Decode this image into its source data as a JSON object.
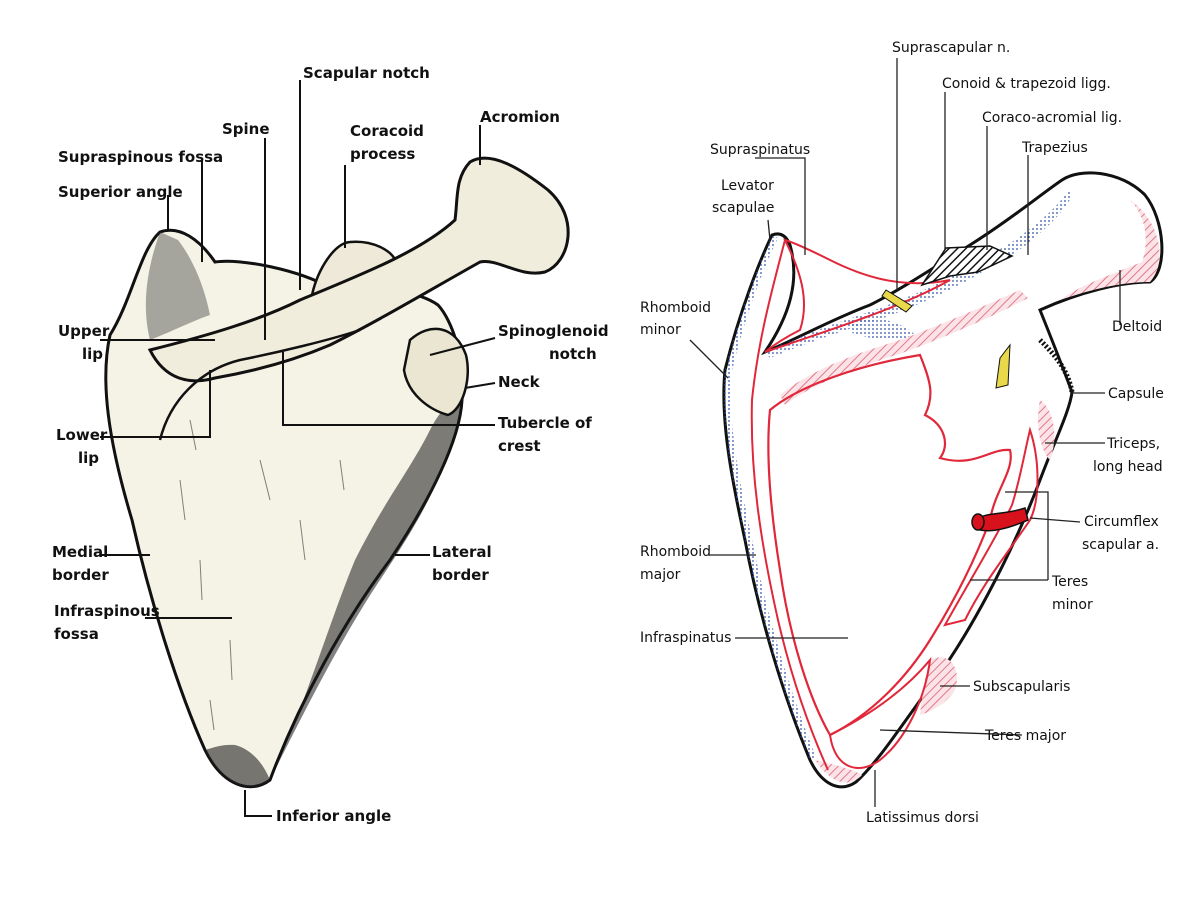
{
  "left_labels": {
    "scapular_notch": "Scapular notch",
    "acromion": "Acromion",
    "spine": "Spine",
    "coracoid_1": "Coracoid",
    "coracoid_2": "process",
    "supraspinous_fossa": "Supraspinous fossa",
    "superior_angle": "Superior angle",
    "upper_lip_1": "Upper",
    "upper_lip_2": "lip",
    "spinoglenoid_1": "Spinoglenoid",
    "spinoglenoid_2": "notch",
    "neck": "Neck",
    "tubercle_1": "Tubercle of",
    "tubercle_2": "crest",
    "lower_lip_1": "Lower",
    "lower_lip_2": "lip",
    "medial_border_1": "Medial",
    "medial_border_2": "border",
    "lateral_border_1": "Lateral",
    "lateral_border_2": "border",
    "infraspinous_1": "Infraspinous",
    "infraspinous_2": "fossa",
    "inferior_angle": "Inferior angle"
  },
  "right_labels": {
    "suprascapular_n": "Suprascapular n.",
    "conoid": "Conoid & trapezoid ligg.",
    "coraco_acromial": "Coraco-acromial lig.",
    "trapezius": "Trapezius",
    "supraspinatus": "Supraspinatus",
    "levator_1": "Levator",
    "levator_2": "scapulae",
    "rhomboid_minor_1": "Rhomboid",
    "rhomboid_minor_2": "minor",
    "deltoid": "Deltoid",
    "capsule": "Capsule",
    "triceps_1": "Triceps,",
    "triceps_2": "long head",
    "circumflex_1": "Circumflex",
    "circumflex_2": "scapular a.",
    "rhomboid_major_1": "Rhomboid",
    "rhomboid_major_2": "major",
    "teres_minor_1": "Teres",
    "teres_minor_2": "minor",
    "infraspinatus": "Infraspinatus",
    "subscapularis": "Subscapularis",
    "teres_major": "Teres major",
    "latissimus": "Latissimus dorsi"
  },
  "colors": {
    "bone_fill": "#f5f2e6",
    "muscle_outline": "#e0283a",
    "muscle_hatch": "#e88a98",
    "blue_stipple": "#2d4fa0",
    "nerve": "#e8d84a",
    "artery": "#d8121c"
  }
}
